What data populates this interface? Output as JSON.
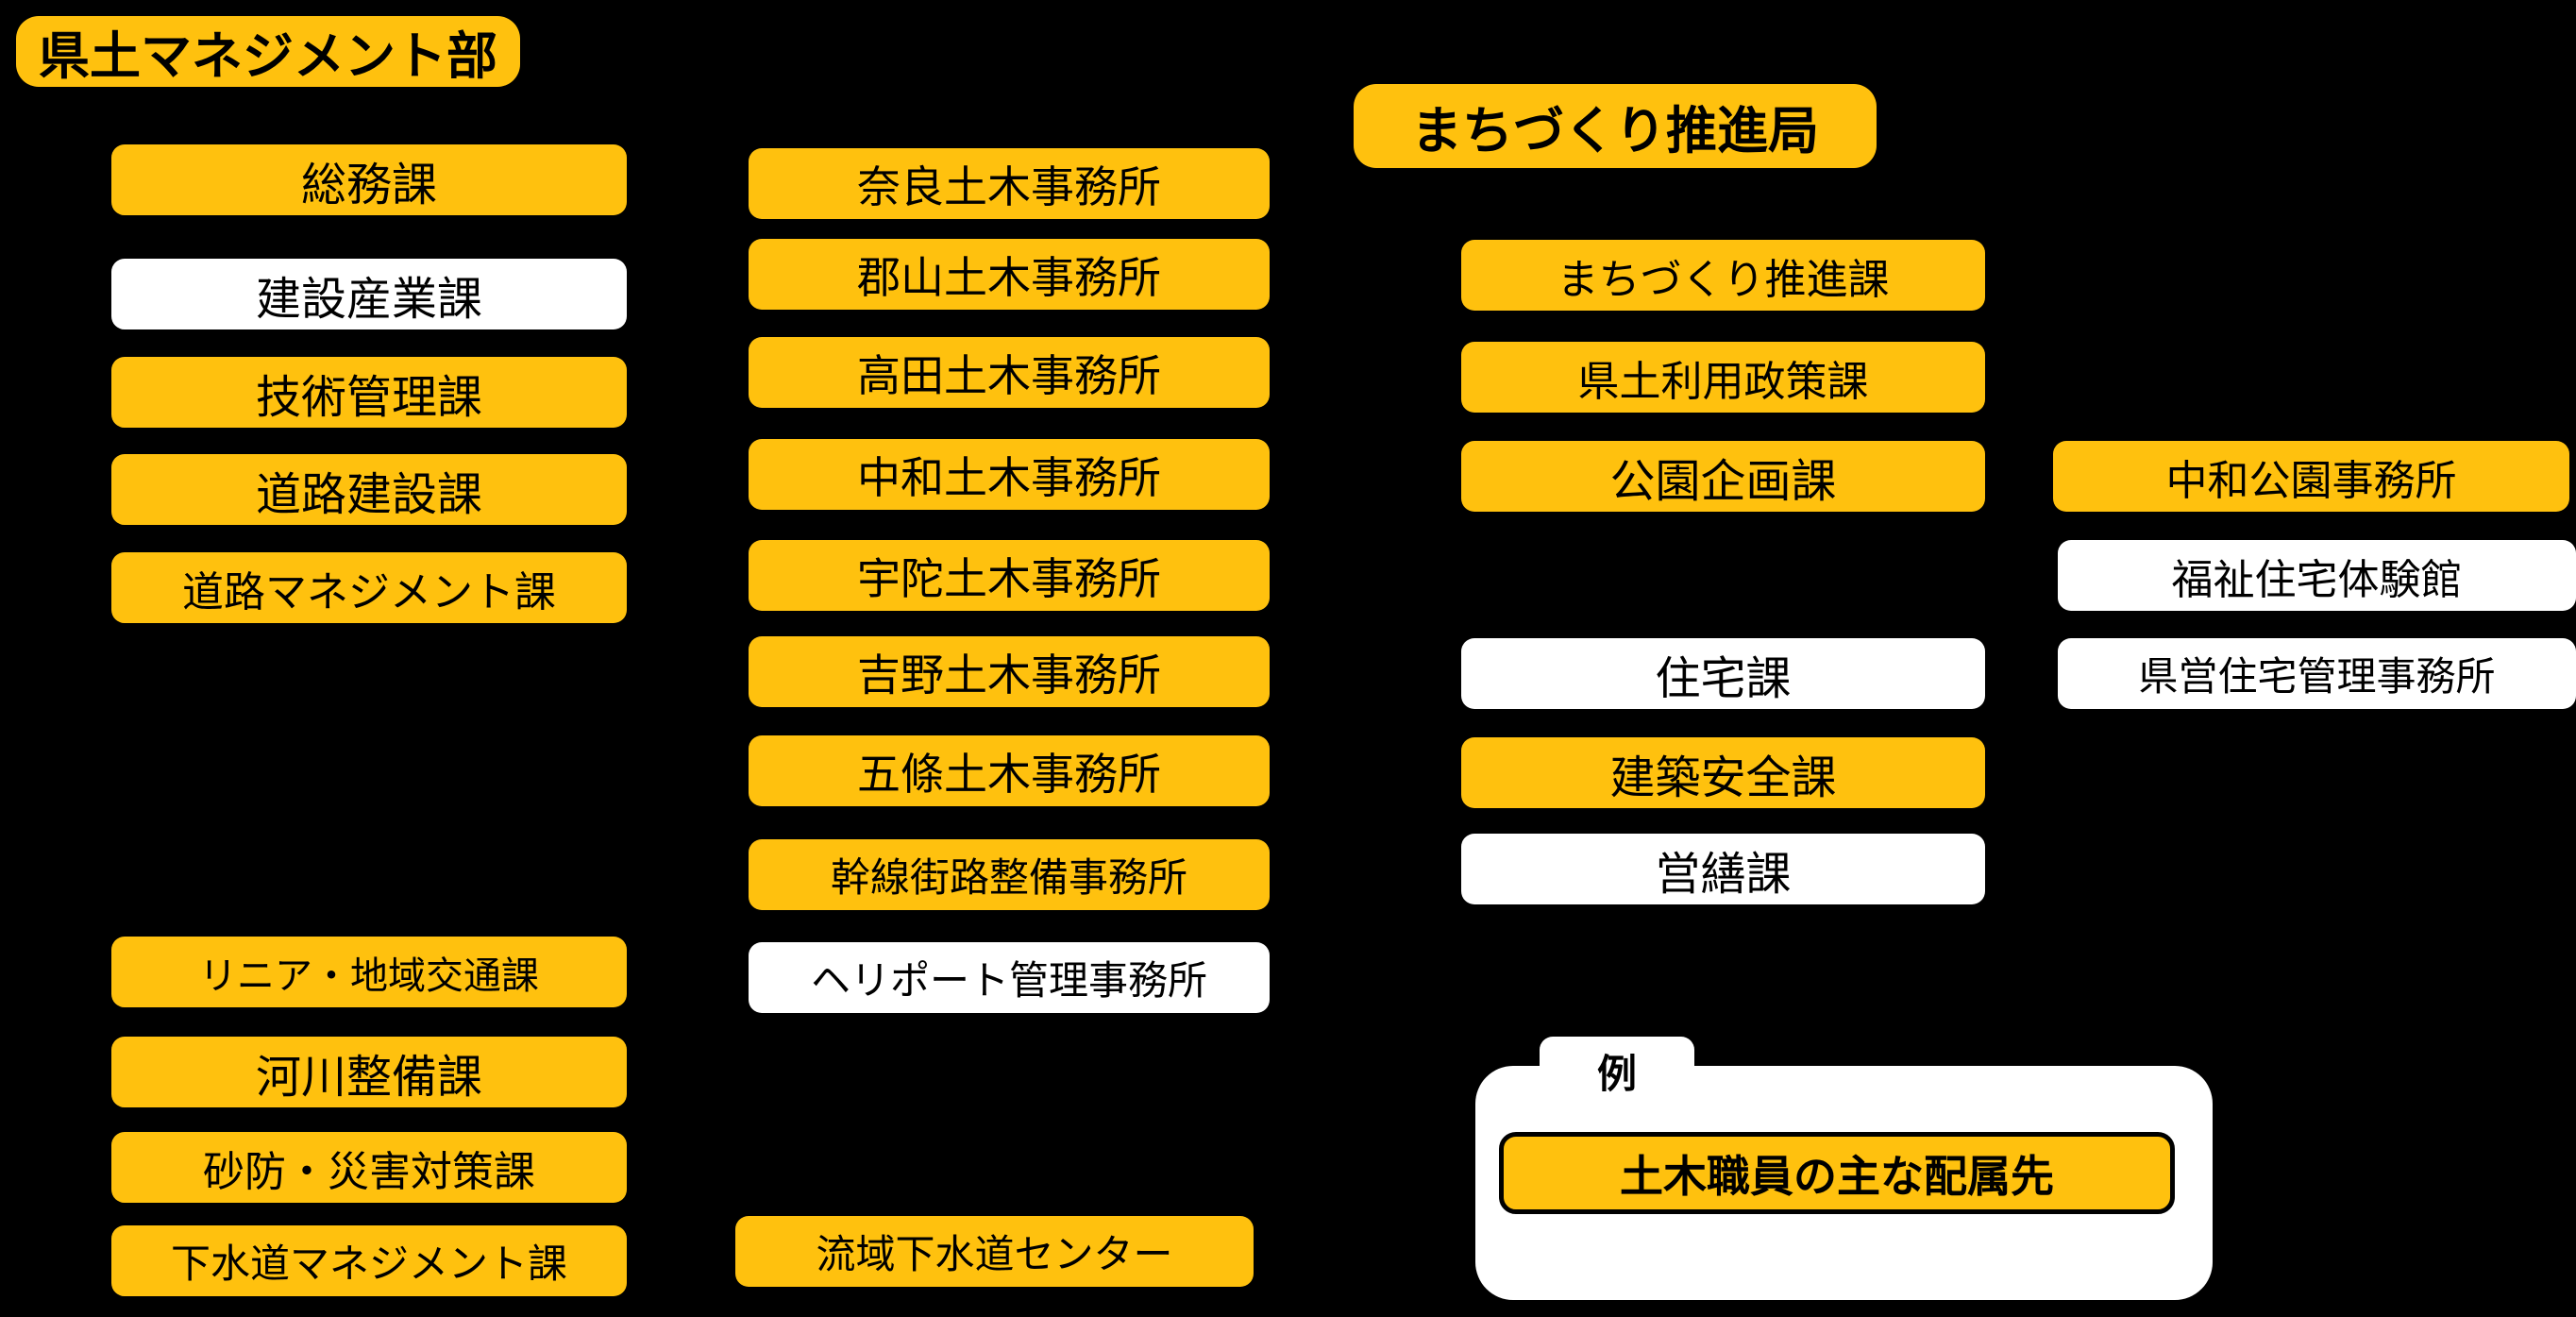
{
  "colors": {
    "background": "#000000",
    "box_yellow": "#FFC10E",
    "box_white": "#FFFFFF",
    "text": "#000000"
  },
  "headers": {
    "kendo_management_dept": "県土マネジメント部",
    "machizukuri_bureau": "まちづくり推進局"
  },
  "boxes": {
    "col1": [
      {
        "label": "総務課",
        "variant": "yellow"
      },
      {
        "label": "建設産業課",
        "variant": "white"
      },
      {
        "label": "技術管理課",
        "variant": "yellow"
      },
      {
        "label": "道路建設課",
        "variant": "yellow"
      },
      {
        "label": "道路マネジメント課",
        "variant": "yellow"
      },
      {
        "label": "リニア・地域交通課",
        "variant": "yellow"
      },
      {
        "label": "河川整備課",
        "variant": "yellow"
      },
      {
        "label": "砂防・災害対策課",
        "variant": "yellow"
      },
      {
        "label": "下水道マネジメント課",
        "variant": "yellow"
      }
    ],
    "col2": [
      {
        "label": "奈良土木事務所",
        "variant": "yellow"
      },
      {
        "label": "郡山土木事務所",
        "variant": "yellow"
      },
      {
        "label": "高田土木事務所",
        "variant": "yellow"
      },
      {
        "label": "中和土木事務所",
        "variant": "yellow"
      },
      {
        "label": "宇陀土木事務所",
        "variant": "yellow"
      },
      {
        "label": "吉野土木事務所",
        "variant": "yellow"
      },
      {
        "label": "五條土木事務所",
        "variant": "yellow"
      },
      {
        "label": "幹線街路整備事務所",
        "variant": "yellow"
      },
      {
        "label": "ヘリポート管理事務所",
        "variant": "white"
      },
      {
        "label": "流域下水道センター",
        "variant": "yellow"
      }
    ],
    "col3": [
      {
        "label": "まちづくり推進課",
        "variant": "yellow"
      },
      {
        "label": "県土利用政策課",
        "variant": "yellow"
      },
      {
        "label": "公園企画課",
        "variant": "yellow"
      },
      {
        "label": "住宅課",
        "variant": "white"
      },
      {
        "label": "建築安全課",
        "variant": "yellow"
      },
      {
        "label": "営繕課",
        "variant": "white"
      }
    ],
    "col4": [
      {
        "label": "中和公園事務所",
        "variant": "yellow"
      },
      {
        "label": "福祉住宅体験館",
        "variant": "white"
      },
      {
        "label": "県営住宅管理事務所",
        "variant": "white"
      }
    ]
  },
  "legend": {
    "tab_label": "例",
    "sample_label": "土木職員の主な配属先"
  }
}
